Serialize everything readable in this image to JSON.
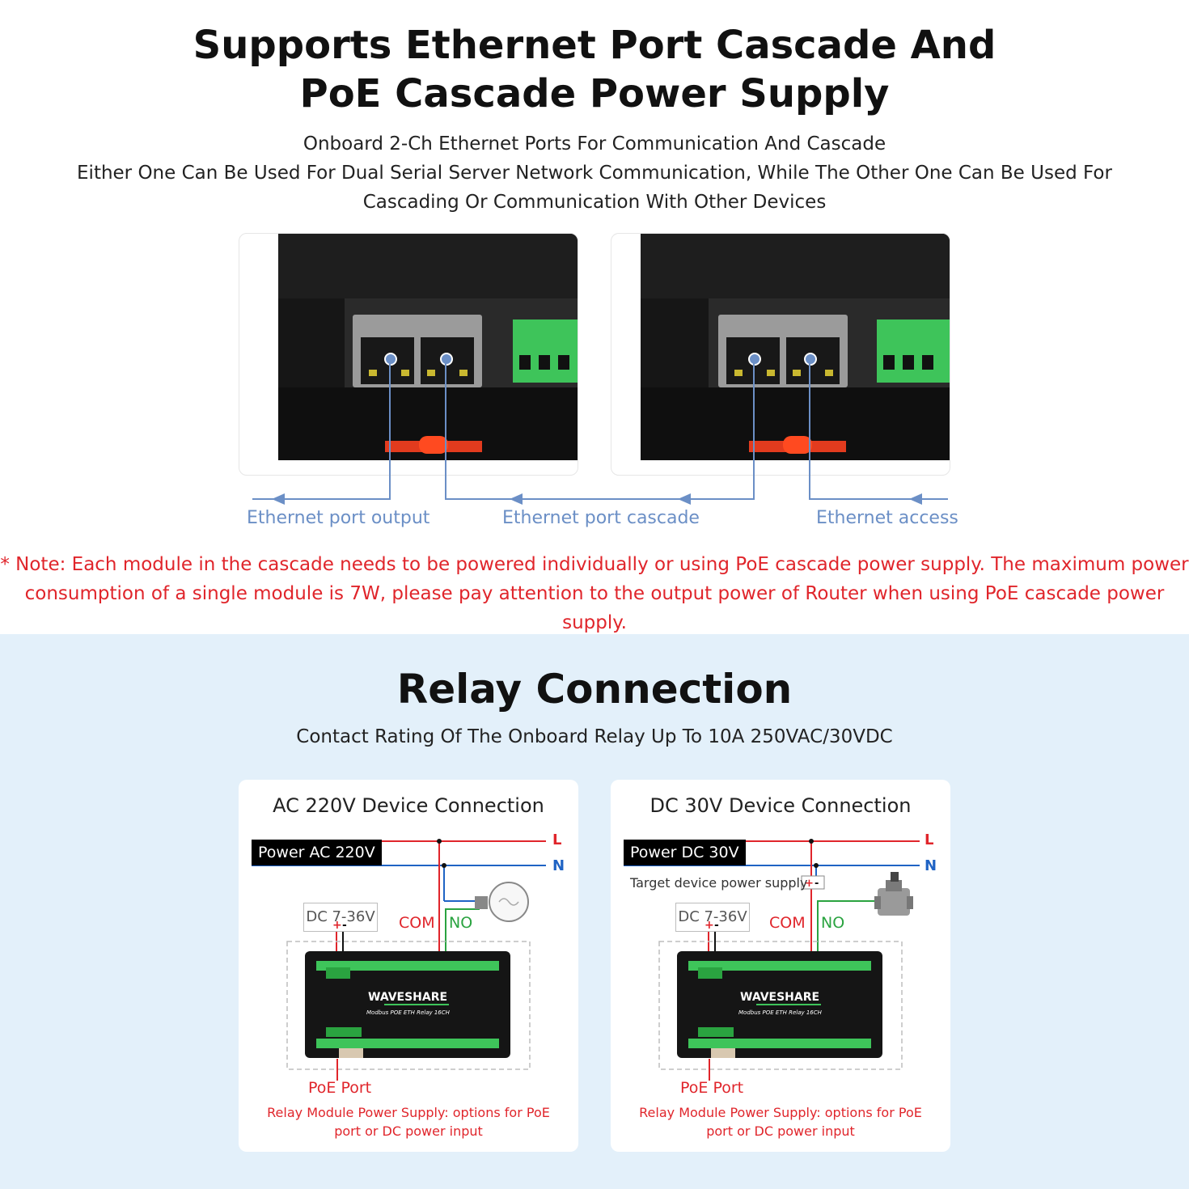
{
  "top": {
    "title_line1": "Supports Ethernet Port Cascade And",
    "title_line2": "PoE Cascade Power Supply",
    "subtitle_line1": "Onboard 2-Ch Ethernet Ports For Communication And Cascade",
    "subtitle_line2": "Either One Can Be Used For Dual Serial Server Network Communication, While The Other One Can Be Used For",
    "subtitle_line3": "Cascading Or Communication With Other Devices",
    "flow_labels": {
      "output": "Ethernet port output",
      "cascade": "Ethernet port cascade",
      "access": "Ethernet access"
    },
    "note_line1": "* Note: Each module in the cascade needs to be powered individually or using PoE cascade power supply. The maximum power",
    "note_line2": "consumption of a single module is 7W, please pay attention to the output power of Router when using PoE cascade power supply."
  },
  "relay": {
    "title": "Relay Connection",
    "subtitle": "Contact Rating Of The Onboard Relay Up To 10A 250VAC/30VDC",
    "cards": [
      {
        "title": "AC 220V Device Connection",
        "power_label": "Power AC 220V",
        "line_l": "L",
        "line_n": "N",
        "dc_label": "DC 7-36V",
        "plus": "+",
        "minus": "-",
        "com": "COM",
        "no": "NO",
        "load_icon": "light-bulb-icon",
        "brand": "WAVESHARE",
        "model": "Modbus POE ETH Relay 16CH",
        "poe_label": "PoE Port",
        "supply_line1": "Relay Module Power Supply: options for PoE",
        "supply_line2": "port or DC power input"
      },
      {
        "title": "DC 30V Device Connection",
        "power_label": "Power DC 30V",
        "line_l": "L",
        "line_n": "N",
        "target_label": "Target device power supply",
        "dc_label": "DC 7-36V",
        "plus": "+",
        "minus": "-",
        "com": "COM",
        "no": "NO",
        "load_icon": "solenoid-valve-icon",
        "brand": "WAVESHARE",
        "model": "Modbus POE ETH Relay 16CH",
        "poe_label": "PoE Port",
        "supply_line1": "Relay Module Power Supply: options for PoE",
        "supply_line2": "port or DC power input"
      }
    ]
  },
  "colors": {
    "flow_blue": "#6b8fc6",
    "note_red": "#e0252b",
    "line_red": "#e0252b",
    "line_blue": "#1f63c4",
    "no_green": "#2aa340",
    "terminal_green": "#3ec45a",
    "bottom_bg": "#e3f0fa"
  }
}
